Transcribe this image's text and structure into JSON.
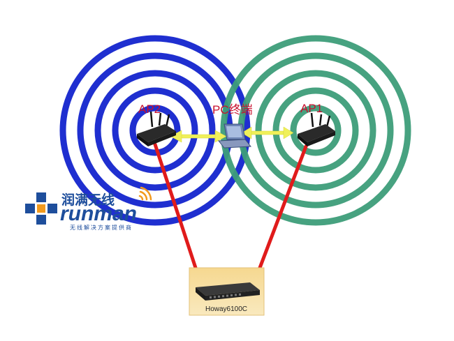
{
  "diagram": {
    "ap1_label": "AP1",
    "ap2_label": "AP2",
    "pc_label": "PC终端",
    "controller_label": "Howay6100C"
  },
  "logo": {
    "chinese": "润满无线",
    "english": "runman",
    "tagline": "无线解决方案提供商"
  },
  "colors": {
    "ap2_rings": "#1f2fd0",
    "ap1_rings": "#3e9e7a",
    "cable": "#e01b1b",
    "link_arrow": "#f0f05a",
    "label": "#c8102e",
    "logo_blue": "#1e4e9c",
    "logo_orange": "#f29a1e"
  },
  "icons": {
    "ap": "wireless-router-icon",
    "pc": "laptop-icon",
    "controller": "network-switch-icon",
    "signal": "wifi-signal-icon"
  }
}
